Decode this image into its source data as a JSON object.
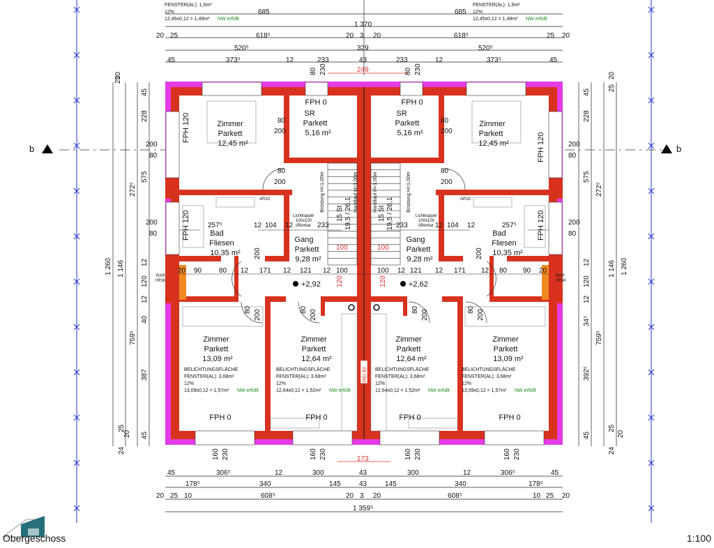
{
  "footer": {
    "title": "Obergeschoss",
    "scale": "1:100"
  },
  "section_marker": "b",
  "top_fenster": [
    {
      "l1": "FENSTER(AL): 1,6m²",
      "l2": "12%",
      "l3": "12,45x0,12 = 1,49m²",
      "ok": "NW erfüllt"
    },
    {
      "l1": "FENSTER(AL): 1,6m²",
      "l2": "12%",
      "l3": "12,45x0,12 = 1,49m²",
      "ok": "NW erfüllt"
    }
  ],
  "rooms": {
    "zimmer_tl": {
      "name": "Zimmer",
      "floor": "Parkett",
      "area": "12,45 m²"
    },
    "sr_l": {
      "fph": "FPH 0",
      "name": "SR",
      "floor": "Parkett",
      "area": "5,16 m²"
    },
    "sr_r": {
      "fph": "FPH 0",
      "name": "SR",
      "floor": "Parkett",
      "area": "5,16 m²"
    },
    "zimmer_tr": {
      "name": "Zimmer",
      "floor": "Parkett",
      "area": "12,45 m²"
    },
    "bad_l": {
      "name": "Bad",
      "floor": "Fliesen",
      "area": "10,35 m²"
    },
    "gang_l": {
      "name": "Gang",
      "floor": "Parkett",
      "area": "9,28 m²"
    },
    "gang_r": {
      "name": "Gang",
      "floor": "Parkett",
      "area": "9,28 m²"
    },
    "bad_r": {
      "name": "Bad",
      "floor": "Fliesen",
      "area": "10,35 m²"
    },
    "zimmer_bl1": {
      "name": "Zimmer",
      "floor": "Parkett",
      "area": "13,09 m²",
      "fph": "FPH 0"
    },
    "zimmer_bl2": {
      "name": "Zimmer",
      "floor": "Parkett",
      "area": "12,64 m²",
      "fph": "FPH 0"
    },
    "zimmer_br1": {
      "name": "Zimmer",
      "floor": "Parkett",
      "area": "12,64 m²",
      "fph": "FPH 0"
    },
    "zimmer_br2": {
      "name": "Zimmer",
      "floor": "Parkett",
      "area": "13,09 m²",
      "fph": "FPH 0"
    }
  },
  "fph120": "FPH 120",
  "level_l": "+2,92",
  "level_r": "+2,62",
  "stairs_l": {
    "count": "15 St",
    "ratio": "19,5 / 26,1",
    "rail": "Brüstung H=1,00m",
    "hand": "Handlauf H=1,00m"
  },
  "stairs_r": {
    "count": "15 St",
    "ratio": "19,5 / 26,1",
    "rail": "Brüstung H=1,00m",
    "hand": "Handlauf H=1,00m"
  },
  "belicht": [
    {
      "h": "BELICHTUNGSFLÄCHE",
      "f": "FENSTER(AL): 3,68m²",
      "p": "12%",
      "c": "13,09x0,12 = 1,57m²",
      "ok": "NW erfüllt"
    },
    {
      "h": "BELICHTUNGSFLÄCHE",
      "f": "FENSTER(AL): 3,68m²",
      "p": "12%",
      "c": "12,64x0,12 = 1,52m²",
      "ok": "NW erfüllt"
    },
    {
      "h": "BELICHTUNGSFLÄCHE",
      "f": "FENSTER(AL): 3,68m²",
      "p": "12%",
      "c": "12,64x0,12 = 1,52m²",
      "ok": "NW erfüllt"
    },
    {
      "h": "BELICHTUNGSFLÄCHE",
      "f": "FENSTER(AL): 3,68m²",
      "p": "12%",
      "c": "13,09x0,12 = 1,57m²",
      "ok": "NW erfüllt"
    }
  ],
  "rei": "REI 90",
  "rar": [
    "RAR",
    "+RSK"
  ],
  "small": {
    "ar": "AR10",
    "lk1": "Lichtkuppel",
    "lk2": "100x100",
    "lk3": "öffenbar"
  },
  "dims_top": {
    "r1": [
      "685",
      "685"
    ],
    "r2": "1 370",
    "r3": [
      "20",
      "25",
      "618⁵",
      "20",
      "3",
      "20",
      "618⁵",
      "25",
      "20"
    ],
    "r4": [
      "520⁵",
      "329",
      "520⁵"
    ],
    "r5": [
      "45",
      "373⁵",
      "12",
      "233",
      "43",
      "233",
      "12",
      "373⁵",
      "45"
    ],
    "win": [
      "80",
      "230",
      "80",
      "230"
    ],
    "red": "249"
  },
  "dims_bottom": {
    "r1": [
      "45",
      "306⁵",
      "12",
      "300",
      "43",
      "300",
      "12",
      "306⁵",
      "45"
    ],
    "r2": [
      "178⁵",
      "340",
      "145",
      "43",
      "145",
      "340",
      "178⁵"
    ],
    "r3": [
      "20",
      "25",
      "10",
      "608⁵",
      "20",
      "3",
      "20",
      "608⁵",
      "10",
      "25",
      "20"
    ],
    "r4": "1 359⁵",
    "win": [
      "160",
      "230",
      "160",
      "230",
      "160",
      "230",
      "160",
      "230"
    ],
    "red": "173"
  },
  "dims_left": {
    "outer": [
      "1 260",
      "1 146"
    ],
    "mid": [
      "272⁵",
      "759⁵"
    ],
    "inner": [
      "25",
      "20",
      "45",
      "228",
      "575",
      "12",
      "120",
      "12",
      "40",
      "387",
      "45",
      "20",
      "25",
      "24"
    ]
  },
  "dims_right": {
    "outer": [
      "1 146",
      "1 260"
    ],
    "mid": [
      "272⁵",
      "759⁵"
    ],
    "inner": [
      "45",
      "25",
      "20",
      "228",
      "575",
      "12",
      "120",
      "12",
      "34⁵",
      "392⁵",
      "45",
      "20",
      "25",
      "24"
    ]
  },
  "inner_dims": {
    "d200": "200",
    "d80": "80",
    "d257": "257⁵",
    "d104": "104",
    "d233": "233",
    "d12": "12",
    "d20": "20",
    "d90": "90",
    "d171": "171",
    "d121": "121",
    "d100": "100",
    "d120": "120"
  }
}
